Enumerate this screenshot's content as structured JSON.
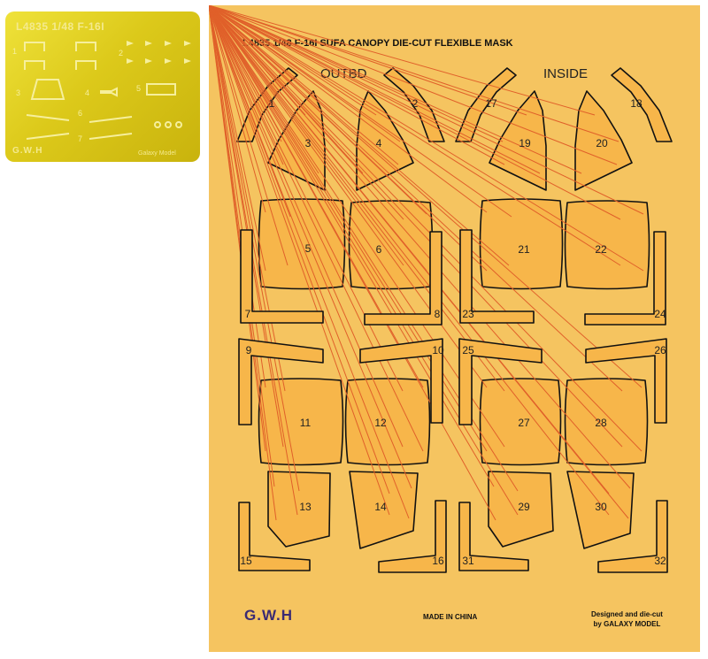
{
  "photo_etch": {
    "title": "L4835 1/48 F-16I",
    "logo": "G.W.H",
    "footer": "Galaxy Model",
    "part_numbers": [
      "1",
      "2",
      "3",
      "4",
      "5",
      "6",
      "7"
    ]
  },
  "mask_sheet": {
    "title": "L4835 1/48 F-16I SUFA CANOPY DIE-CUT FLEXIBLE MASK",
    "left_section": "OUTBD",
    "right_section": "INSIDE",
    "brand_logo": "G.W.H",
    "made_in": "MADE IN CHINA",
    "designer_line1": "Designed and die-cut",
    "designer_line2": "by GALAXY MODEL",
    "part_numbers": [
      "1",
      "2",
      "3",
      "4",
      "5",
      "6",
      "7",
      "8",
      "9",
      "10",
      "11",
      "12",
      "13",
      "14",
      "15",
      "16",
      "17",
      "18",
      "19",
      "20",
      "21",
      "22",
      "23",
      "24",
      "25",
      "26",
      "27",
      "28",
      "29",
      "30",
      "31",
      "32"
    ]
  },
  "colors": {
    "mask_background": "#f5c460",
    "mask_piece": "#f7b64a",
    "cut_line": "#111111",
    "inner_line": "#e0602a",
    "photo_etch_gold": "#dcc91a"
  }
}
